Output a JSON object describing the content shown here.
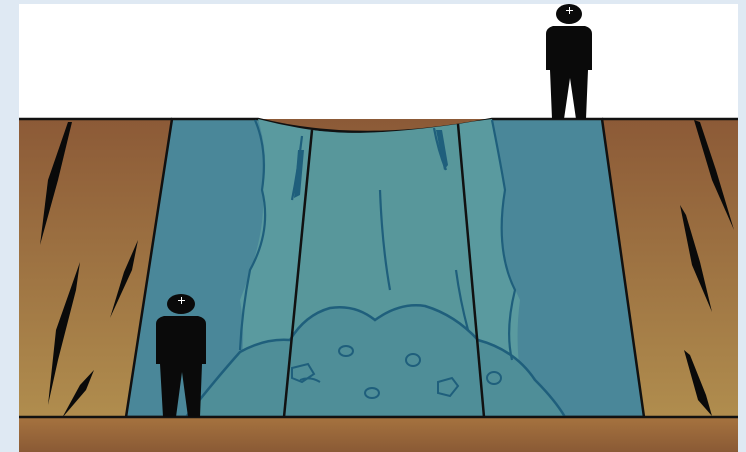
{
  "diagram": {
    "subject": "glacier-valley-cross-section",
    "colors": {
      "frame_background": "#dfe9f3",
      "sky": "#ffffff",
      "rock_top": "#8c5a37",
      "rock_bottom": "#b08d4e",
      "ice_outer": "#4a8799",
      "ice_inner": "#58979b",
      "ice_lines": "#1f5f7c",
      "silhouette": "#0a0a0a",
      "ground_strip": "#9c6a3e"
    },
    "figures": [
      {
        "name": "person-on-ice-surface",
        "icon": "person-silhouette-icon"
      },
      {
        "name": "person-at-valley-floor",
        "icon": "person-silhouette-icon"
      }
    ]
  }
}
